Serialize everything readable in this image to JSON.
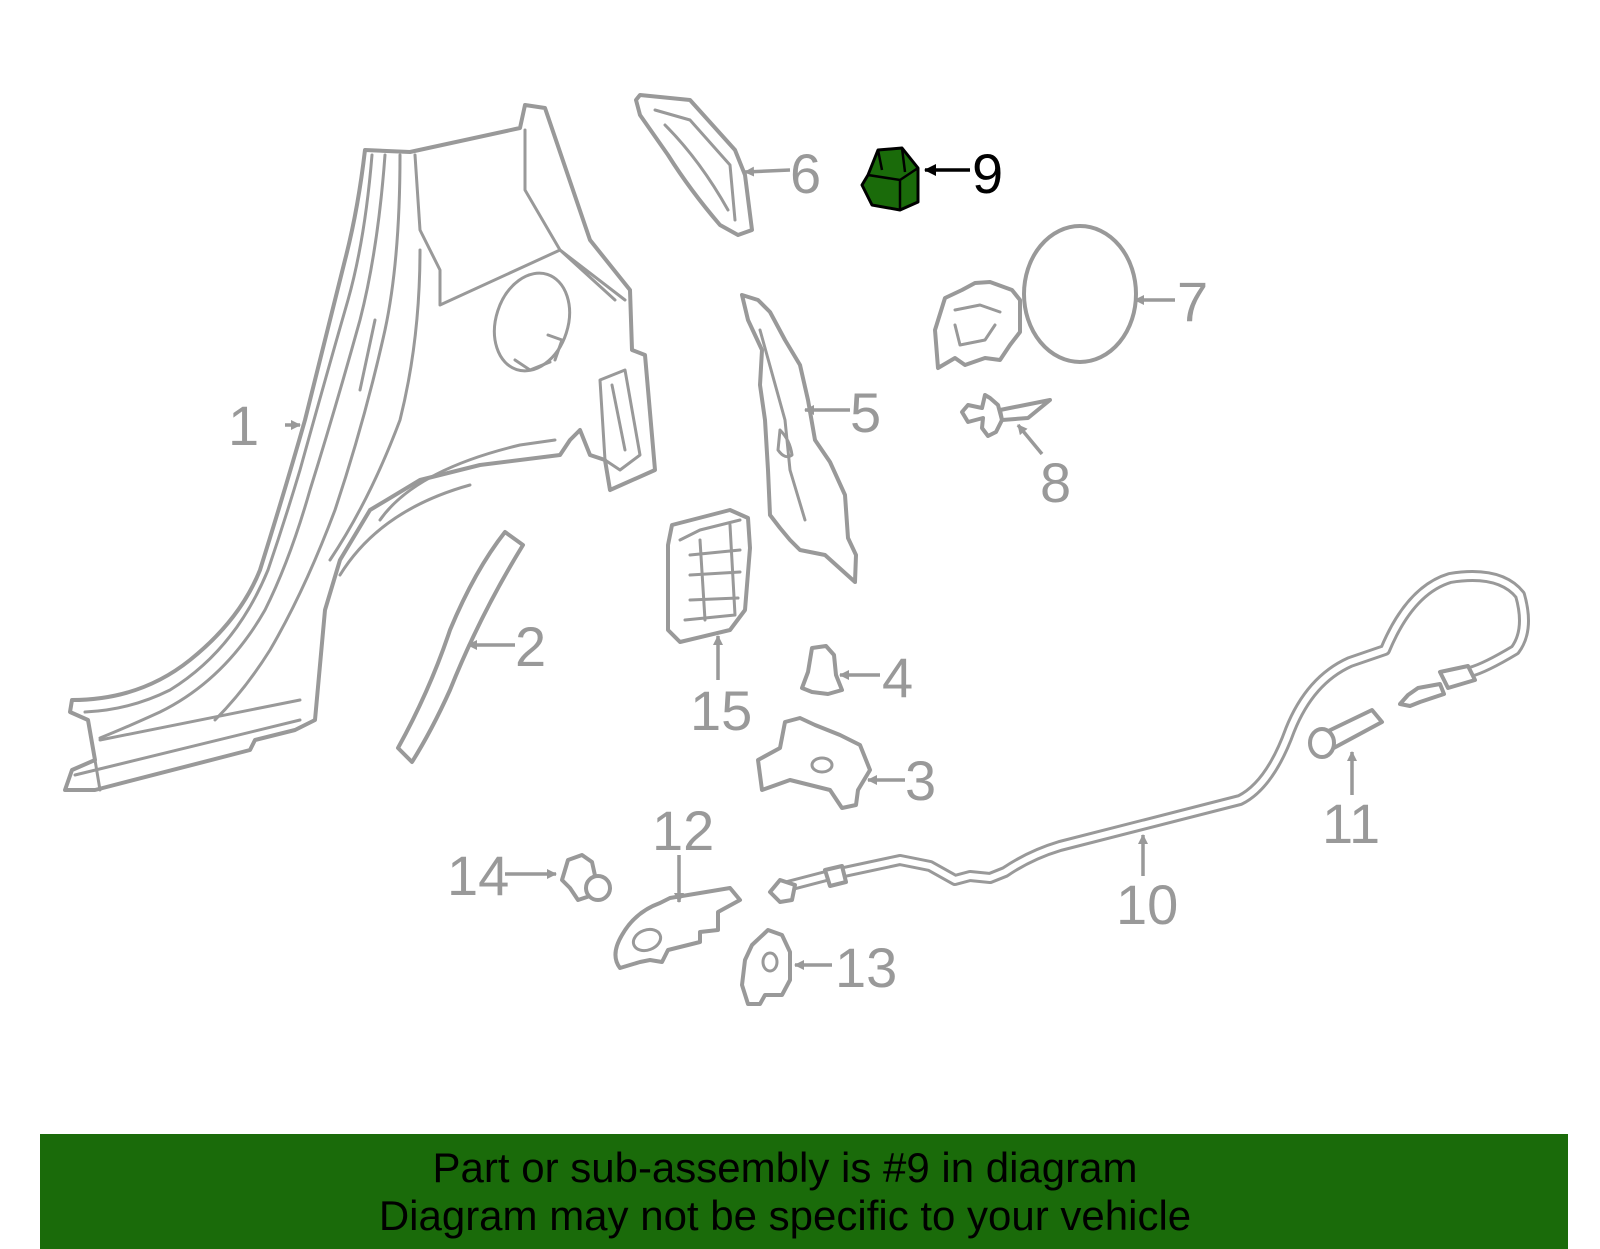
{
  "diagram": {
    "highlight_color": "#1a6b0a",
    "line_color": "#999999",
    "parts": [
      {
        "id": "quarter-panel",
        "label": "1"
      },
      {
        "id": "wheel-arch-molding",
        "label": "2"
      },
      {
        "id": "bracket",
        "label": "3"
      },
      {
        "id": "clip",
        "label": "4"
      },
      {
        "id": "pillar-reinforcement",
        "label": "5"
      },
      {
        "id": "upper-extension",
        "label": "6"
      },
      {
        "id": "fuel-door",
        "label": "7"
      },
      {
        "id": "screw",
        "label": "8"
      },
      {
        "id": "bumper-stop",
        "label": "9",
        "highlighted": true
      },
      {
        "id": "release-cable",
        "label": "10"
      },
      {
        "id": "cable-end",
        "label": "11"
      },
      {
        "id": "release-handle",
        "label": "12"
      },
      {
        "id": "handle-bracket",
        "label": "13"
      },
      {
        "id": "pin",
        "label": "14"
      },
      {
        "id": "vent",
        "label": "15"
      }
    ]
  },
  "banner": {
    "line1": "Part or sub-assembly is #9 in diagram",
    "line2": "Diagram may not be specific to your vehicle",
    "background": "#1a6b0a"
  }
}
